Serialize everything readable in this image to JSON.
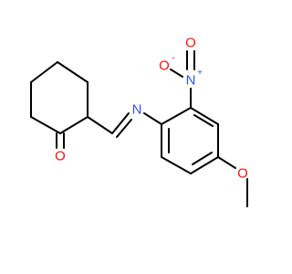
{
  "molecule": {
    "atoms": {
      "carbonyl_oxygen": {
        "symbol": "O",
        "color": "#ff0d0d"
      },
      "imine_nitrogen": {
        "symbol": "N",
        "color": "#3050f8"
      },
      "nitro_nitrogen": {
        "symbol": "N",
        "color": "#3050f8",
        "charge": "+"
      },
      "nitro_oxygen": {
        "symbol": "O",
        "color": "#ff0d0d",
        "charge": "-"
      },
      "nitro_double_oxygen": {
        "symbol": "O",
        "color": "#ff0d0d"
      },
      "methoxy_oxygen": {
        "symbol": "O",
        "color": "#ff0d0d"
      }
    },
    "bond_color": "#000000"
  }
}
